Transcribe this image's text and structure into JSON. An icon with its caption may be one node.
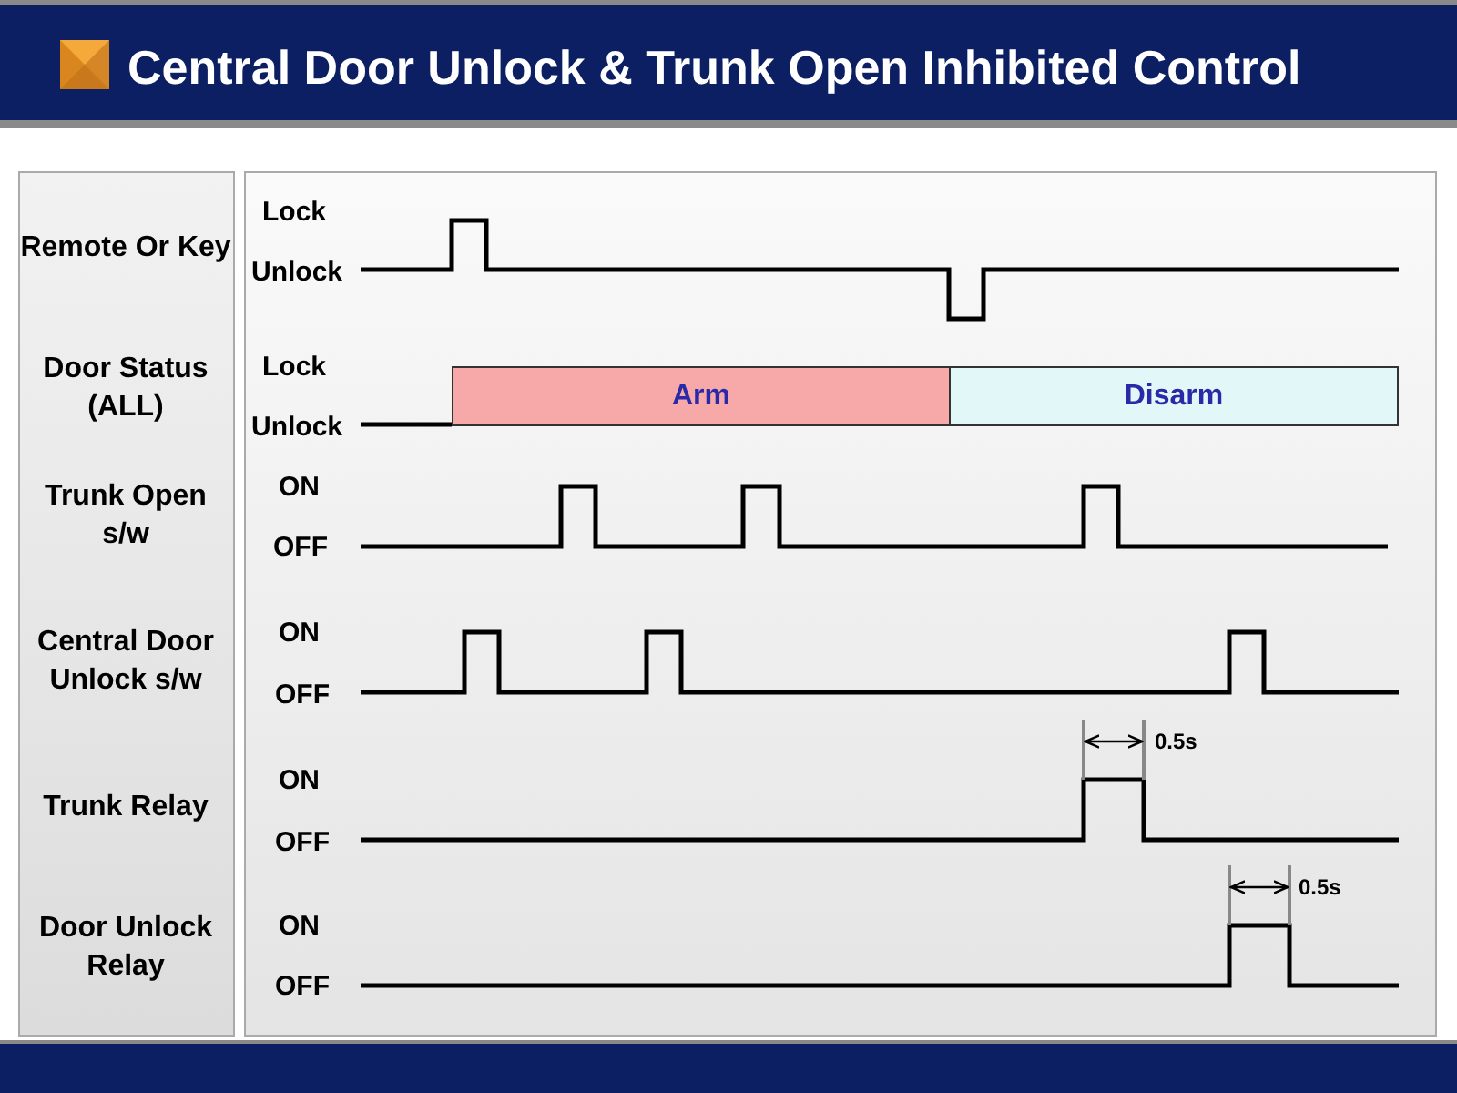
{
  "diagram": {
    "title": "Central Door Unlock & Trunk Open Inhibited Control",
    "nodes": [
      {
        "text": [
          "Arm"
        ]
      },
      {
        "text": [
          "Disarm"
        ]
      }
    ],
    "labels": [
      "Remote Or Key",
      "Lock",
      "Unlock",
      "Door Status (ALL)",
      "Lock",
      "Unlock",
      "Trunk Open s/w",
      "ON",
      "OFF",
      "Central Door Unlock s/w",
      "ON",
      "OFF",
      "Trunk Relay",
      "ON",
      "OFF",
      "0.5s",
      "Door Unlock Relay",
      "ON",
      "OFF",
      "0.5s"
    ]
  }
}
